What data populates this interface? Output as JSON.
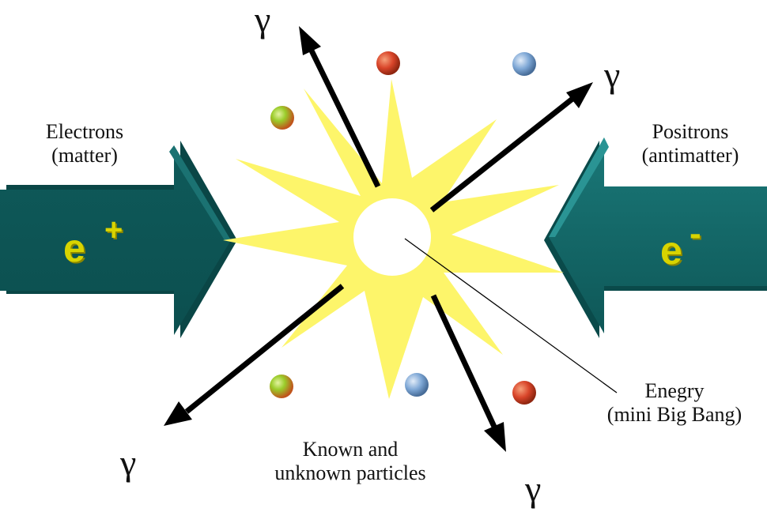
{
  "labels": {
    "electrons_line1": "Electrons",
    "electrons_line2": "(matter)",
    "positrons_line1": "Positrons",
    "positrons_line2": "(antimatter)",
    "energy_line1": "Enegry",
    "energy_line2": "(mini Big Bang)",
    "particles_line1": "Known and",
    "particles_line2": "unknown particles",
    "gamma": "γ"
  },
  "arrows": {
    "left_symbol": "e",
    "left_superscript": "+",
    "right_symbol": "e",
    "right_superscript": "-"
  },
  "colors": {
    "arrow_teal": "#0f5f5f",
    "arrow_teal_light": "#1e8080",
    "burst_yellow": "#fdf56a",
    "symbol_yellow": "#d8d400",
    "particle_red": "#d9452a",
    "particle_blue": "#7fa8d6",
    "particle_green": "#9acc2a"
  }
}
